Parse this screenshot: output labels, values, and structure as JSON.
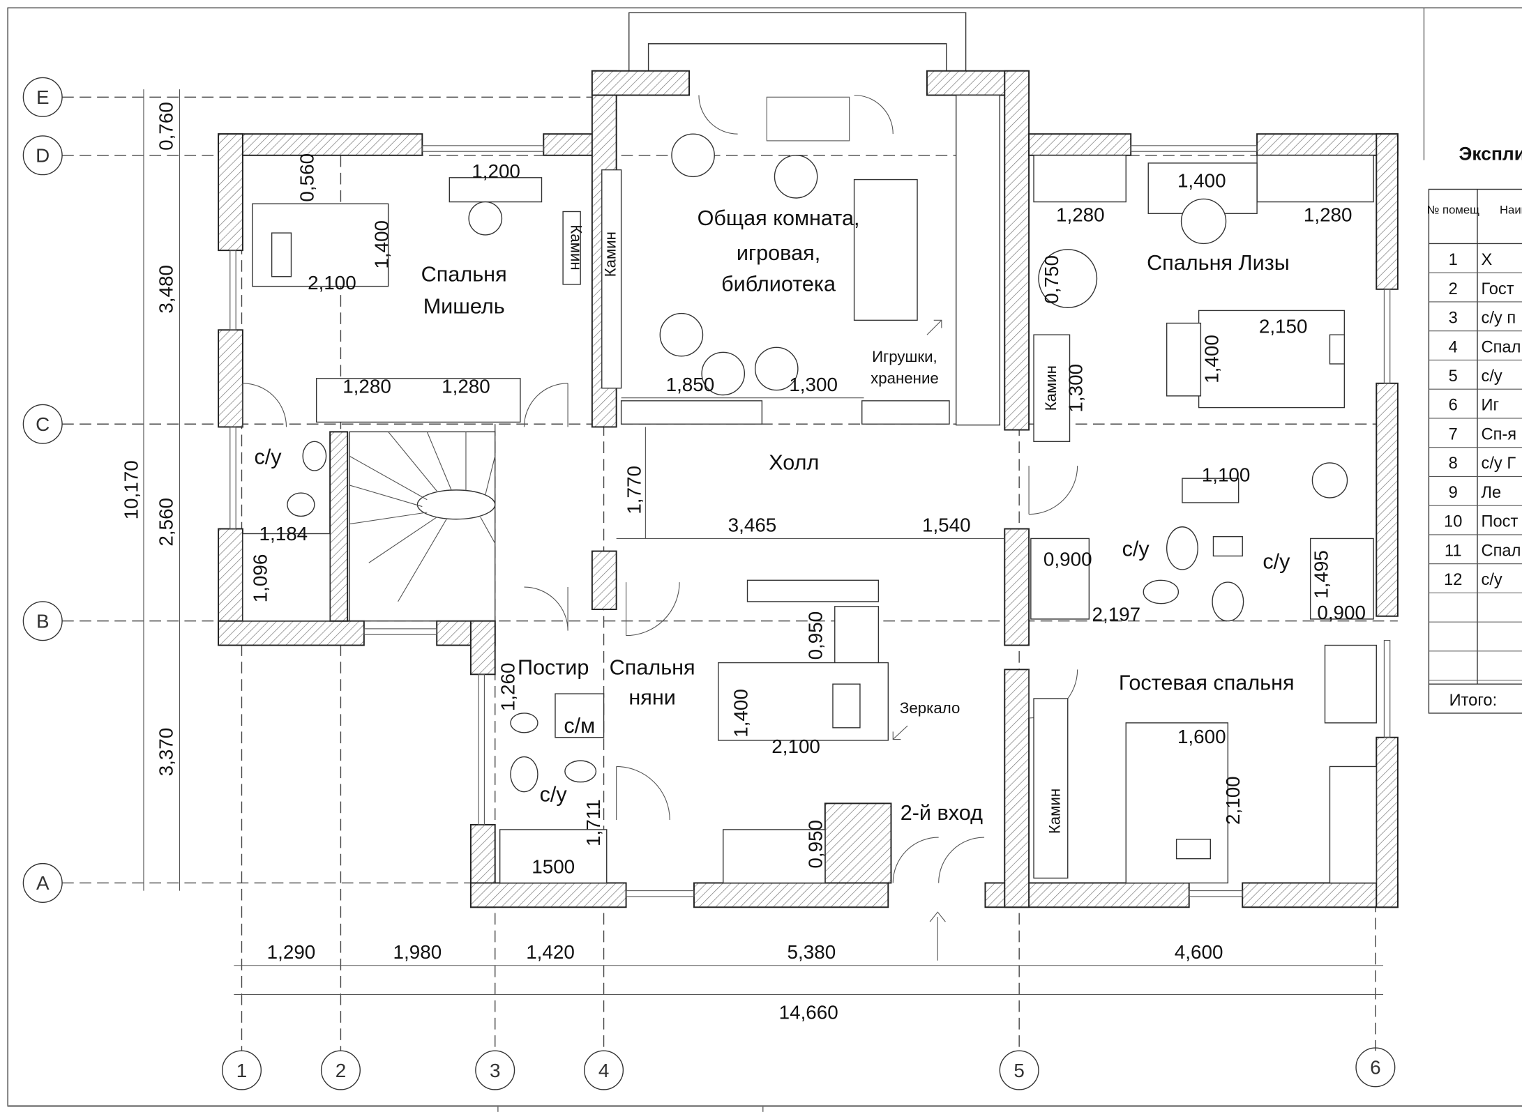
{
  "plan": {
    "axes_rows": [
      "E",
      "D",
      "C",
      "B",
      "A"
    ],
    "axes_cols": [
      "1",
      "2",
      "3",
      "4",
      "5",
      "6"
    ],
    "rooms": {
      "michel": [
        "Спальня",
        "Мишель"
      ],
      "common": [
        "Общая комната,",
        "игровая,",
        "библиотека"
      ],
      "liza": "Спальня  Лизы",
      "hall": "Холл",
      "guest": "Гостевая спальня",
      "nanny": [
        "Спальня",
        "няни"
      ],
      "laundry": "Постир",
      "washer": "с/м",
      "wc_left": "с/у",
      "wc_mid1": "с/у",
      "wc_mid2": "с/у",
      "wc_nanny": "с/у",
      "entrance2": "2-й вход"
    },
    "notes": {
      "fireplace": "Камин",
      "toys": [
        "Игрушки,",
        "хранение"
      ],
      "mirror": "Зеркало"
    },
    "left_dims": [
      "0,760",
      "3,480",
      "2,560",
      "3,370"
    ],
    "left_total": "10,170",
    "bottom_dims": [
      "1,290",
      "1,980",
      "1,420",
      "5,380",
      "4,600"
    ],
    "bottom_total": "14,660",
    "inner_dims": {
      "michel_bed_w": "1,400",
      "michel_bed_l": "2,100",
      "michel_0560": "0,560",
      "michel_table": "1,200",
      "michel_wardrobe1": "1,280",
      "michel_wardrobe2": "1,280",
      "wc_left_1184": "1,184",
      "wc_left_1096": "1,096",
      "common_1850": "1,850",
      "common_1300": "1,300",
      "hall_1770": "1,770",
      "hall_3465": "3,465",
      "hall_1540": "1,540",
      "liza_1280a": "1,280",
      "liza_1400": "1,400",
      "liza_1280b": "1,280",
      "liza_0750": "0,750",
      "liza_1300": "1,300",
      "liza_bed_w": "1,400",
      "liza_bed_l": "2,150",
      "liza_1100": "1,100",
      "wc_0900a": "0,900",
      "wc_2197": "2,197",
      "wc_1495": "1,495",
      "wc_0900b": "0,900",
      "nanny_0950a": "0,950",
      "nanny_bed_w": "1,400",
      "nanny_bed_l": "2,100",
      "nanny_0950b": "0,950",
      "laundry_1260": "1,260",
      "wc_nanny_1711": "1,711",
      "wc_nanny_1500": "1500",
      "guest_1600": "1,600",
      "guest_2100": "2,100"
    }
  },
  "table": {
    "title": "Экспли",
    "header": [
      "№ помещ",
      "Наим пом"
    ],
    "rows": [
      [
        "1",
        "Х"
      ],
      [
        "2",
        "Гост"
      ],
      [
        "3",
        "с/у п"
      ],
      [
        "4",
        "Спал"
      ],
      [
        "5",
        "с/у"
      ],
      [
        "6",
        "Иг"
      ],
      [
        "7",
        "Сп-я"
      ],
      [
        "8",
        "с/у Г"
      ],
      [
        "9",
        "Ле"
      ],
      [
        "10",
        "Пост"
      ],
      [
        "11",
        "Спал"
      ],
      [
        "12",
        "с/у"
      ]
    ],
    "total_label": "Итого:"
  }
}
